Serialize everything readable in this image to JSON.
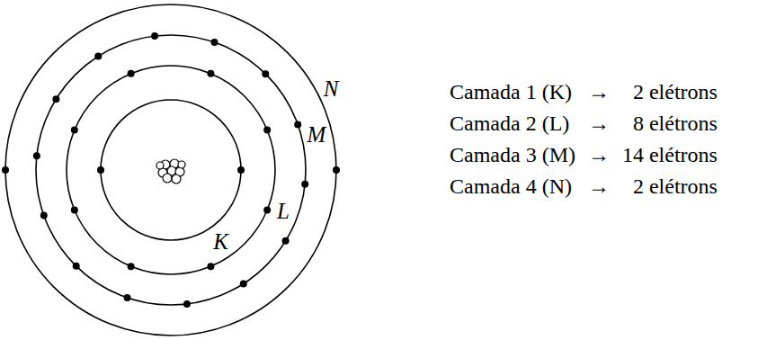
{
  "diagram": {
    "labels": [
      "K",
      "L",
      "M",
      "N",
      "Camada 1 (K)",
      "→",
      "2 elétrons",
      "Camada 2 (L)",
      "→",
      "8 elétrons",
      "Camada 3 (M)",
      "→",
      "14 elétrons",
      "Camada 4 (N)",
      "→",
      "2 elétrons"
    ]
  }
}
